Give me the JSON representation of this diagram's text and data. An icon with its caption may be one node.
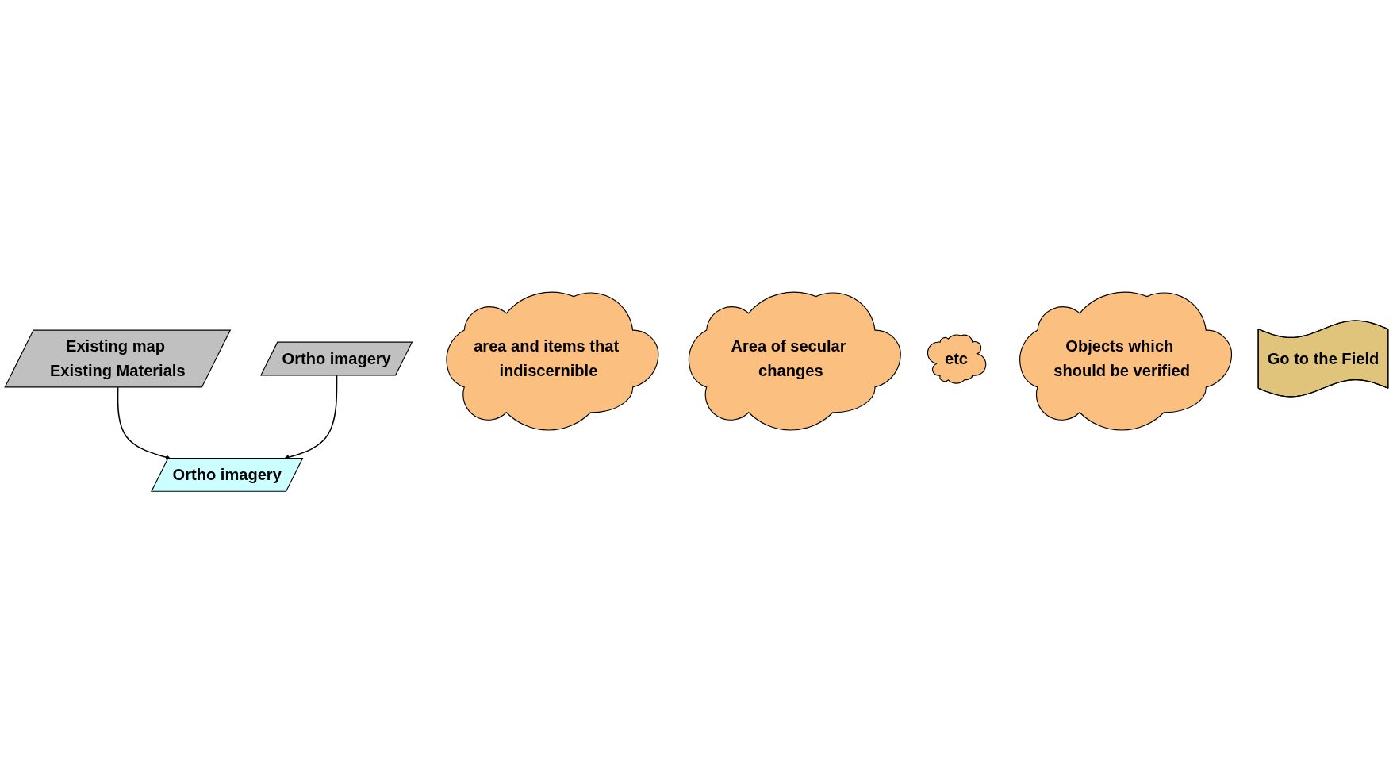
{
  "diagram": {
    "nodes": [
      {
        "text": [
          "Existing map Existing Materials"
        ]
      },
      {
        "text": [
          "Ortho imagery"
        ]
      },
      {
        "text": [
          "area and items that indiscernible"
        ]
      },
      {
        "text": [
          "Area of secular changes"
        ]
      },
      {
        "text": [
          "etc"
        ]
      },
      {
        "text": [
          "Objects which should be verified"
        ]
      },
      {
        "text": [
          "Ortho imagery"
        ]
      },
      {
        "text": [
          "Go to the Field"
        ]
      }
    ],
    "edges": [
      {
        "from": 0,
        "to": 6,
        "arrow": "to"
      },
      {
        "from": 1,
        "to": 6,
        "arrow": "to"
      }
    ]
  }
}
